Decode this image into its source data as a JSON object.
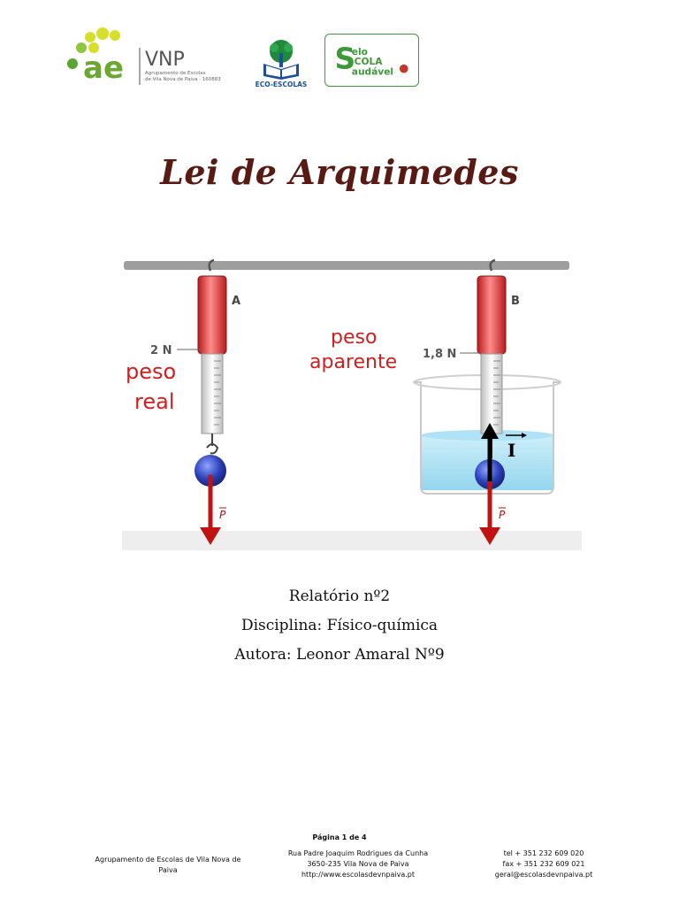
{
  "header": {
    "ae_logo": {
      "brand": "ae",
      "vnp": "VNP",
      "caption_line1": "Agrupamento de Escolas",
      "caption_line2": "de Vila Nova de Paiva · 160883"
    },
    "eco_logo": {
      "label": "ECO-ESCOLAS"
    },
    "selo_logo": {
      "line1": "elo",
      "line2": "COLA",
      "line3": "audável"
    }
  },
  "title": "Lei de Arquimedes",
  "figure": {
    "label_a": "A",
    "label_b": "B",
    "reading_a": "2 N",
    "reading_b": "1,8 N",
    "peso_real_line1": "peso",
    "peso_real_line2": "real",
    "peso_aparente_line1": "peso",
    "peso_aparente_line2": "aparente",
    "p_vector": "P",
    "i_vector": "I"
  },
  "info": {
    "relatorio": "Relatório nº2",
    "disciplina": "Disciplina: Físico-química",
    "autora": "Autora: Leonor Amaral Nº9"
  },
  "footer": {
    "page": "Página 1 de 4",
    "left_line1": "Agrupamento de Escolas de Vila Nova de",
    "left_line2": "Paiva",
    "mid_line1": "Rua Padre Joaquim Rodrigues da Cunha",
    "mid_line2": "3650-235 Vila Nova de Paiva",
    "mid_line3": "http://www.escolasdevnpaiva.pt",
    "right_line1": "tel + 351 232 609 020",
    "right_line2": "fax + 351 232 609 021",
    "right_line3": "geral@escolasdevnpaiva.pt"
  },
  "colors": {
    "title": "#5a1a14",
    "red_text": "#d11f1f",
    "green_brand": "#6aa832",
    "yellow_brand": "#d6e02a"
  }
}
